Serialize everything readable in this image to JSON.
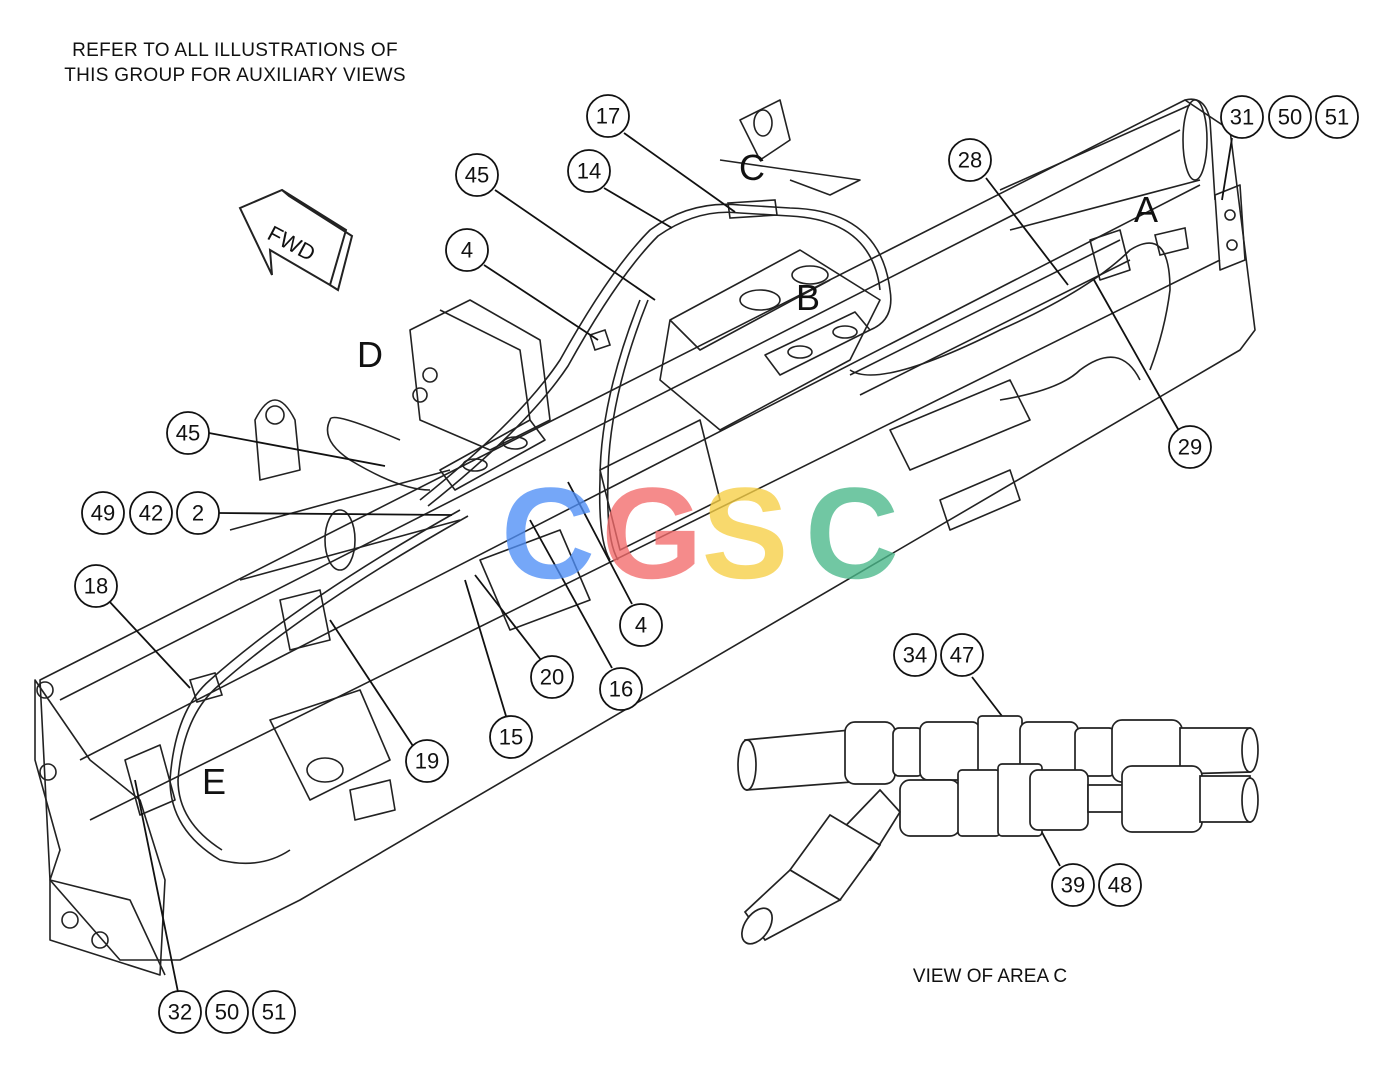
{
  "note": {
    "line1": "REFER TO ALL ILLUSTRATIONS OF",
    "line2": "THIS GROUP FOR AUXILIARY VIEWS"
  },
  "fwd_label": "FWD",
  "area_letters": [
    "A",
    "B",
    "C",
    "D",
    "E"
  ],
  "callouts": [
    "17",
    "14",
    "45",
    "4",
    "31",
    "50",
    "51",
    "28",
    "29",
    "45",
    "49",
    "42",
    "2",
    "18",
    "19",
    "15",
    "20",
    "16",
    "4",
    "32",
    "50",
    "51",
    "34",
    "47",
    "39",
    "48"
  ],
  "detail_caption": "VIEW OF AREA C",
  "watermark": {
    "letters": [
      "C",
      "G",
      "S",
      "C"
    ],
    "colors": [
      "#4f8ff7",
      "#f36b6b",
      "#f7cf45",
      "#4ab88a"
    ]
  }
}
